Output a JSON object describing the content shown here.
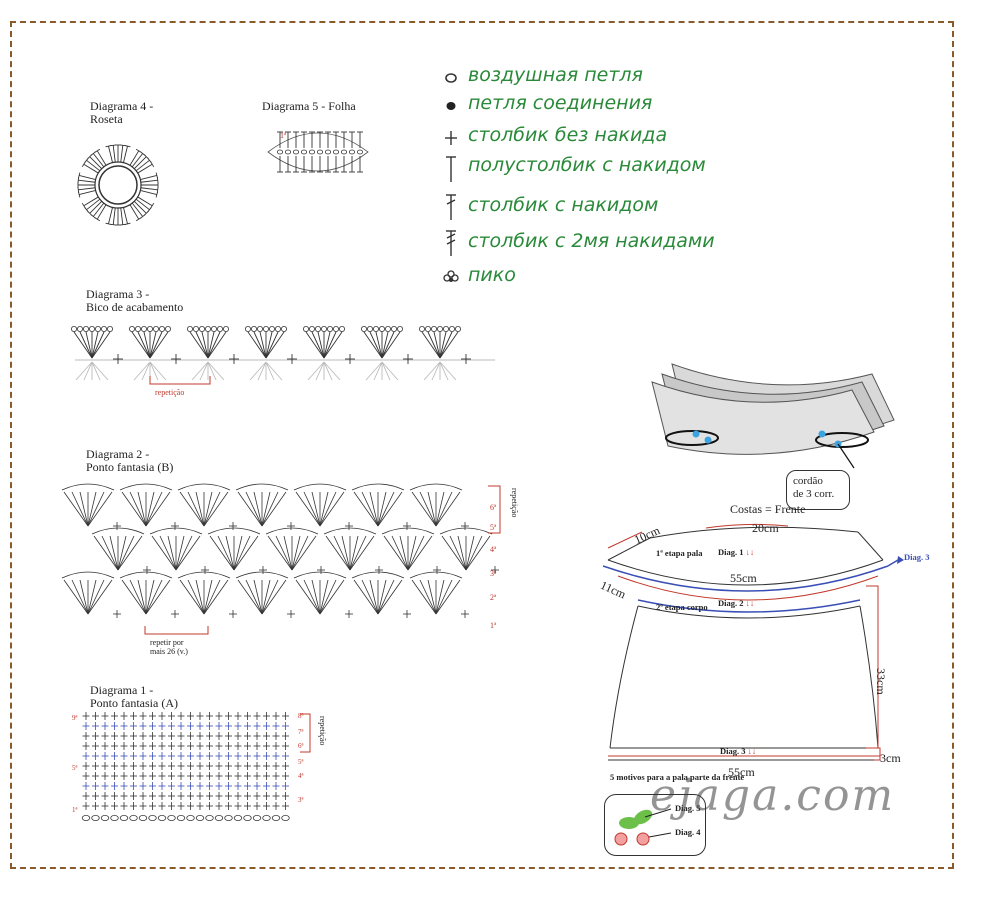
{
  "legend": {
    "items": [
      {
        "symbol": "chain-icon",
        "text": "воздушная петля"
      },
      {
        "symbol": "slip-stitch-icon",
        "text": "петля соединения"
      },
      {
        "symbol": "single-crochet-icon",
        "text": "столбик без накида"
      },
      {
        "symbol": "half-double-icon",
        "text": "полустолбик с накидом"
      },
      {
        "symbol": "double-crochet-icon",
        "text": "столбик с накидом"
      },
      {
        "symbol": "treble-crochet-icon",
        "text": "столбик с 2мя накидами"
      },
      {
        "symbol": "picot-icon",
        "text": "пико"
      }
    ]
  },
  "diagrams": {
    "d4": {
      "title": "Diagrama 4 -",
      "subtitle": "Roseta"
    },
    "d5": {
      "title": "Diagrama 5 - Folha",
      "row_mark": "1ª"
    },
    "d3": {
      "title": "Diagrama 3 -",
      "subtitle": "Bico de acabamento",
      "repeat": "repetição"
    },
    "d2": {
      "title": "Diagrama 2 -",
      "subtitle": "Ponto fantasia (B)",
      "repeat_note_1": "repetir por",
      "repeat_note_2": "mais 26 (v.)",
      "side": "repetição",
      "rows": [
        "6ª",
        "5ª",
        "4ª",
        "3ª",
        "2ª",
        "1ª"
      ]
    },
    "d1": {
      "title": "Diagrama 1 -",
      "subtitle": "Ponto fantasia (A)",
      "side": "repetição",
      "rows_right": [
        "8ª",
        "7ª",
        "6ª",
        "5ª",
        "4ª",
        "3ª"
      ],
      "rows_left": [
        "9ª",
        "5ª",
        "1ª"
      ]
    }
  },
  "schematic": {
    "cord_1": "cordão",
    "cord_2": "de 3 corr.",
    "title": "Costas = Frente",
    "top_width": "20cm",
    "shoulder": "10cm",
    "side_top": "11cm",
    "stage1_1": "1ª etapa",
    "stage1_2": "pala",
    "diag1": "Diag. 1",
    "yoke_width": "55cm",
    "diag3_right": "Diag. 3",
    "stage2_1": "2ª etapa",
    "stage2_2": "corpo",
    "diag2": "Diag. 2",
    "height": "33cm",
    "diag3_bottom": "Diag. 3",
    "hem": "3cm",
    "bottom_width": "55cm",
    "motifs_1": "5 motivos para a",
    "motifs_2": "pala parte da frente",
    "diag5": "Diag. 5",
    "diag4": "Diag. 4",
    "arrows": "↓↓"
  },
  "watermark": "ejaga.com",
  "colors": {
    "legend_text": "#2a8a3a",
    "border": "#8a5a2b",
    "row_red": "#c0392b",
    "diag_blue": "#3a4fb5",
    "star_blue": "#3ba3e0"
  }
}
